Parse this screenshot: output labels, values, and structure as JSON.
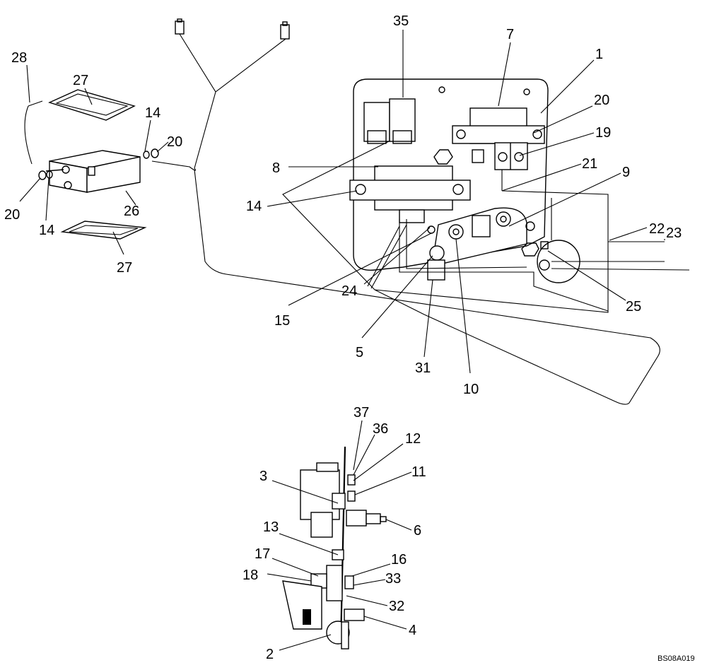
{
  "drawing_code": "BS08A019",
  "callouts": {
    "c28": "28",
    "c27a": "27",
    "c14a": "14",
    "c20a": "20",
    "c20b": "20",
    "c14b": "14",
    "c26": "26",
    "c27b": "27",
    "c35": "35",
    "c7": "7",
    "c1": "1",
    "c20c": "20",
    "c19": "19",
    "c8": "8",
    "c21": "21",
    "c9": "9",
    "c14c": "14",
    "c22": "22",
    "c23": "23",
    "c24": "24",
    "c25": "25",
    "c15": "15",
    "c5": "5",
    "c31": "31",
    "c10": "10",
    "c37": "37",
    "c36": "36",
    "c12": "12",
    "c11": "11",
    "c3": "3",
    "c6": "6",
    "c13": "13",
    "c17": "17",
    "c16": "16",
    "c18": "18",
    "c33": "33",
    "c32": "32",
    "c4": "4",
    "c2": "2"
  }
}
